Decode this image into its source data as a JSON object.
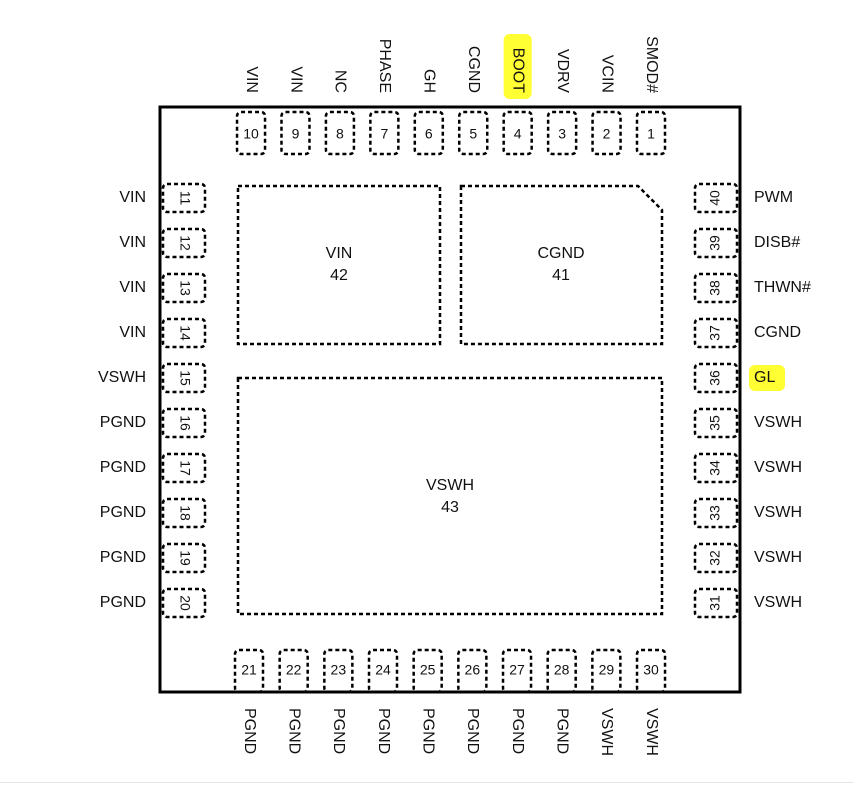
{
  "colors": {
    "highlight": "#ffff33",
    "outline": "#000000",
    "text": "#111111"
  },
  "package": {
    "top": [
      {
        "num": "1",
        "label": "SMOD#"
      },
      {
        "num": "2",
        "label": "VCIN"
      },
      {
        "num": "3",
        "label": "VDRV"
      },
      {
        "num": "4",
        "label": "BOOT",
        "highlight": true
      },
      {
        "num": "5",
        "label": "CGND"
      },
      {
        "num": "6",
        "label": "GH"
      },
      {
        "num": "7",
        "label": "PHASE"
      },
      {
        "num": "8",
        "label": "NC"
      },
      {
        "num": "9",
        "label": "VIN"
      },
      {
        "num": "10",
        "label": "VIN"
      }
    ],
    "left": [
      {
        "num": "11",
        "label": "VIN"
      },
      {
        "num": "12",
        "label": "VIN"
      },
      {
        "num": "13",
        "label": "VIN"
      },
      {
        "num": "14",
        "label": "VIN"
      },
      {
        "num": "15",
        "label": "VSWH"
      },
      {
        "num": "16",
        "label": "PGND"
      },
      {
        "num": "17",
        "label": "PGND"
      },
      {
        "num": "18",
        "label": "PGND"
      },
      {
        "num": "19",
        "label": "PGND"
      },
      {
        "num": "20",
        "label": "PGND"
      }
    ],
    "bottom": [
      {
        "num": "21",
        "label": "PGND"
      },
      {
        "num": "22",
        "label": "PGND"
      },
      {
        "num": "23",
        "label": "PGND"
      },
      {
        "num": "24",
        "label": "PGND"
      },
      {
        "num": "25",
        "label": "PGND"
      },
      {
        "num": "26",
        "label": "PGND"
      },
      {
        "num": "27",
        "label": "PGND"
      },
      {
        "num": "28",
        "label": "PGND"
      },
      {
        "num": "29",
        "label": "VSWH"
      },
      {
        "num": "30",
        "label": "VSWH"
      }
    ],
    "right": [
      {
        "num": "31",
        "label": "VSWH"
      },
      {
        "num": "32",
        "label": "VSWH"
      },
      {
        "num": "33",
        "label": "VSWH"
      },
      {
        "num": "34",
        "label": "VSWH"
      },
      {
        "num": "35",
        "label": "VSWH"
      },
      {
        "num": "36",
        "label": "GL",
        "highlight": true
      },
      {
        "num": "37",
        "label": "CGND"
      },
      {
        "num": "38",
        "label": "THWN#"
      },
      {
        "num": "39",
        "label": "DISB#"
      },
      {
        "num": "40",
        "label": "PWM"
      }
    ],
    "pads": [
      {
        "id": "vin",
        "name": "VIN",
        "num": "42"
      },
      {
        "id": "cgnd",
        "name": "CGND",
        "num": "41"
      },
      {
        "id": "vswh",
        "name": "VSWH",
        "num": "43"
      }
    ]
  }
}
